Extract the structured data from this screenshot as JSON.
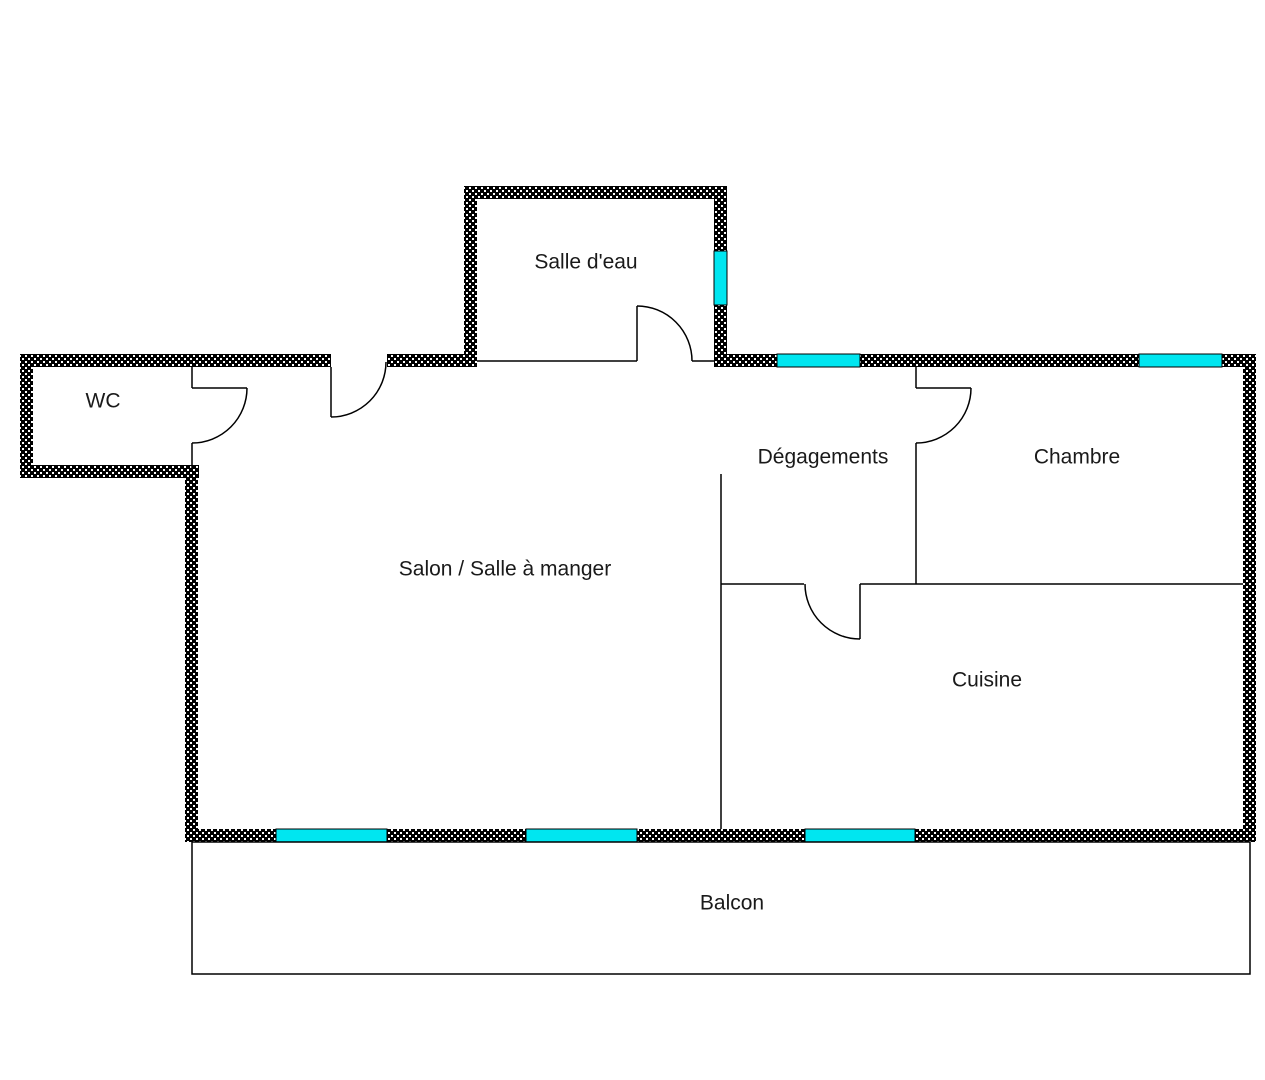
{
  "plan": {
    "rooms": {
      "salle_deau": "Salle d'eau",
      "wc": "WC",
      "degagements": "Dégagements",
      "chambre": "Chambre",
      "salon": "Salon / Salle à manger",
      "cuisine": "Cuisine",
      "balcon": "Balcon"
    },
    "colors": {
      "window": "#00e6f0",
      "wall_pattern": "checkered black/white"
    }
  }
}
